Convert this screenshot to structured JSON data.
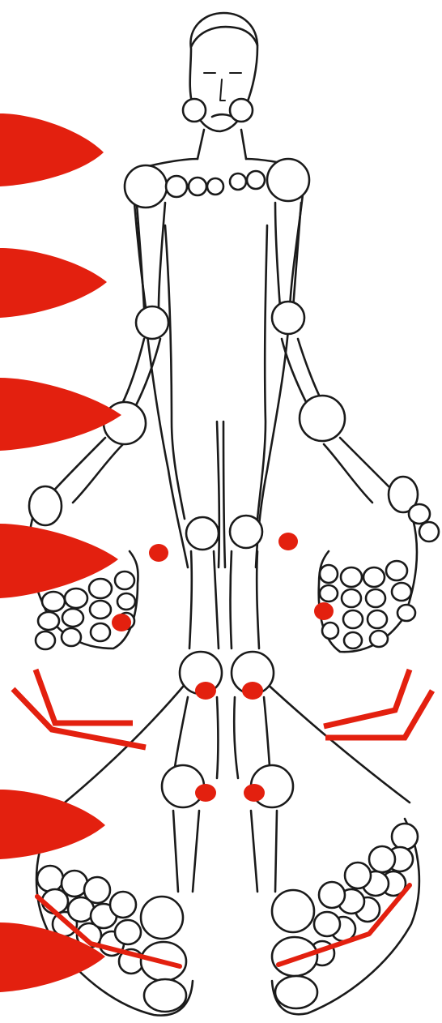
{
  "figure": {
    "subject": "joint-diagram",
    "palette": {
      "background": "#ffffff",
      "line_art": "#1a1a1a",
      "highlight": "#e3200f"
    },
    "highlight_marker_count": 6,
    "red_dot_count": 8,
    "bracket_count": 2,
    "foot_arc_count": 2
  }
}
